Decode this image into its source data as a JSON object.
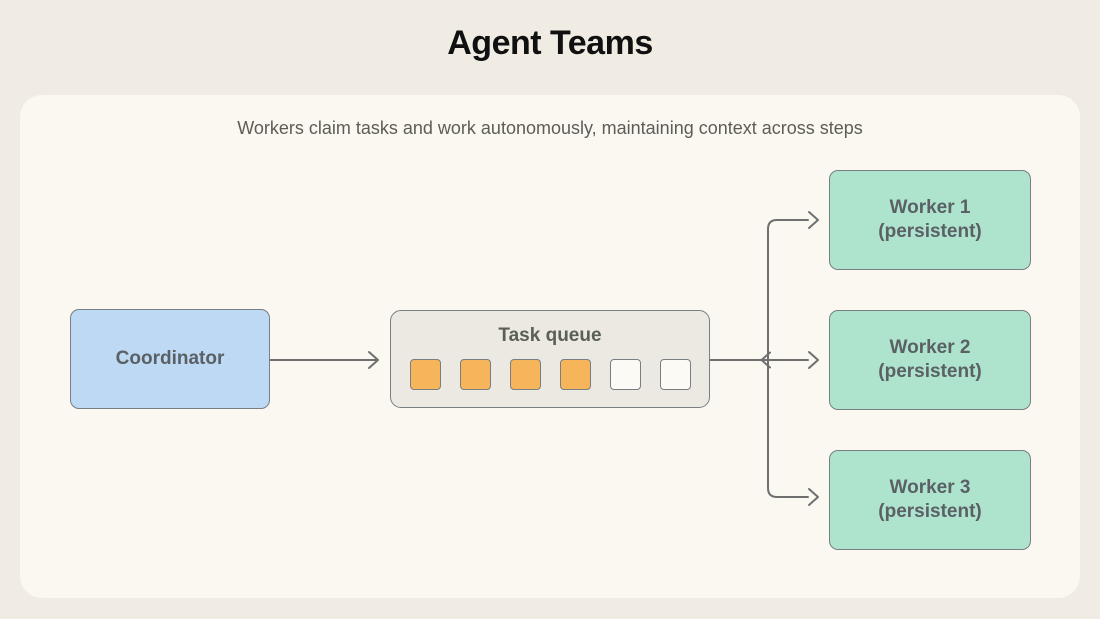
{
  "title": "Agent Teams",
  "panel": {
    "subtitle": "Workers claim tasks and work autonomously, maintaining context across steps"
  },
  "diagram": {
    "coordinator": {
      "label": "Coordinator"
    },
    "task_queue": {
      "label": "Task queue",
      "slots": [
        {
          "state": "filled"
        },
        {
          "state": "filled"
        },
        {
          "state": "filled"
        },
        {
          "state": "filled"
        },
        {
          "state": "empty"
        },
        {
          "state": "empty"
        }
      ]
    },
    "workers": [
      {
        "label": "Worker 1",
        "sublabel": "(persistent)"
      },
      {
        "label": "Worker 2",
        "sublabel": "(persistent)"
      },
      {
        "label": "Worker 3",
        "sublabel": "(persistent)"
      }
    ]
  },
  "colors": {
    "background": "#f0ece4",
    "panel": "#faf8f1",
    "coordinator_fill": "#bdd9f4",
    "task_queue_fill": "#ebe9e2",
    "worker_fill": "#aee4ce",
    "slot_filled": "#f6b55a",
    "slot_empty": "#fcfaf4",
    "node_border": "#797e82",
    "connector": "#6f6f6f",
    "title_text": "#101010",
    "label_text": "#5b6065",
    "subtitle_text": "#5d5c55"
  }
}
